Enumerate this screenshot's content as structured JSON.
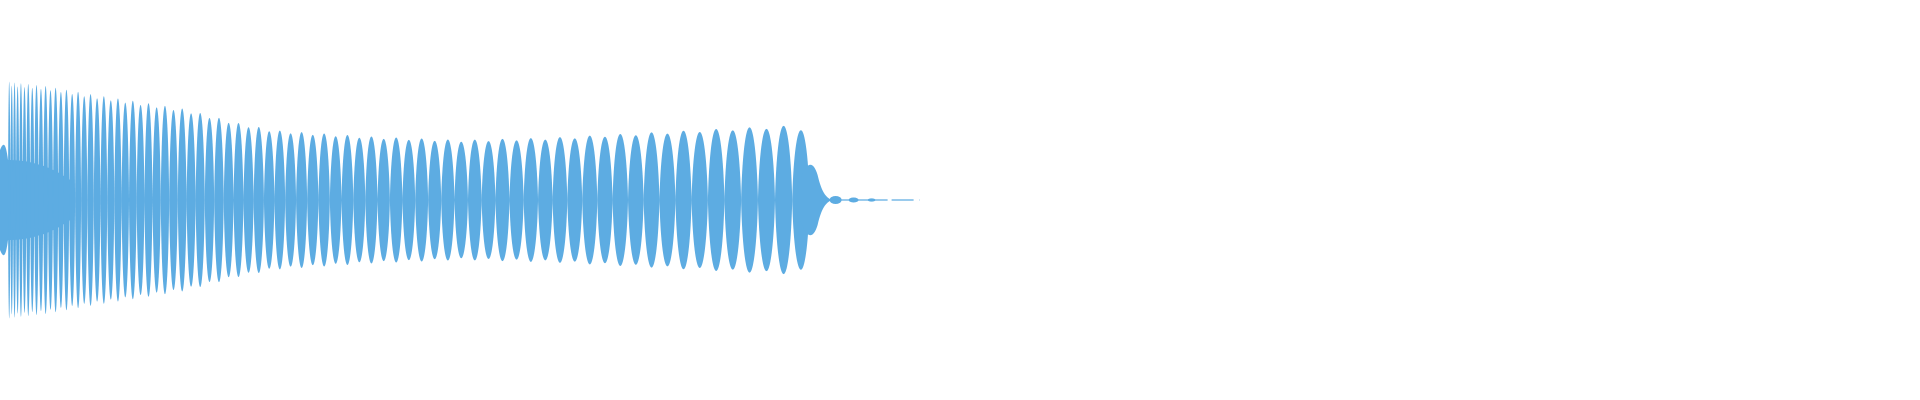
{
  "waveform": {
    "color": "#5DACE2",
    "background": "#ffffff",
    "centerline_style": "solid",
    "envelope": [
      {
        "t": 0.0,
        "amp": 1.0
      },
      {
        "t": 0.015,
        "amp": 0.98
      },
      {
        "t": 0.05,
        "amp": 0.95
      },
      {
        "t": 0.1,
        "amp": 0.88
      },
      {
        "t": 0.15,
        "amp": 0.82
      },
      {
        "t": 0.2,
        "amp": 0.76
      },
      {
        "t": 0.26,
        "amp": 0.64
      },
      {
        "t": 0.3,
        "amp": 0.58
      },
      {
        "t": 0.4,
        "amp": 0.53
      },
      {
        "t": 0.5,
        "amp": 0.5
      },
      {
        "t": 0.6,
        "amp": 0.52
      },
      {
        "t": 0.7,
        "amp": 0.56
      },
      {
        "t": 0.8,
        "amp": 0.6
      },
      {
        "t": 0.86,
        "amp": 0.62
      },
      {
        "t": 0.88,
        "amp": 0.58
      },
      {
        "t": 0.9,
        "amp": 0.3
      },
      {
        "t": 0.92,
        "amp": 0.06
      },
      {
        "t": 0.95,
        "amp": 0.03
      },
      {
        "t": 1.0,
        "amp": 0.0
      }
    ],
    "lobe_count": 78,
    "tail_dash": true
  }
}
